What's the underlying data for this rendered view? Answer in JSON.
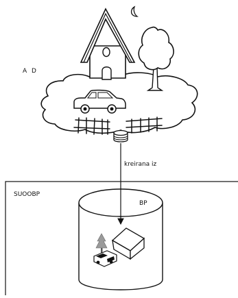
{
  "labels": {
    "outer_world": "A D",
    "relation": "kreirana iz",
    "system": "SUOOBP",
    "database": "BP"
  },
  "colors": {
    "ink": "#111111",
    "fill": "#ffffff",
    "tree_gray": "#9a9a9a"
  }
}
